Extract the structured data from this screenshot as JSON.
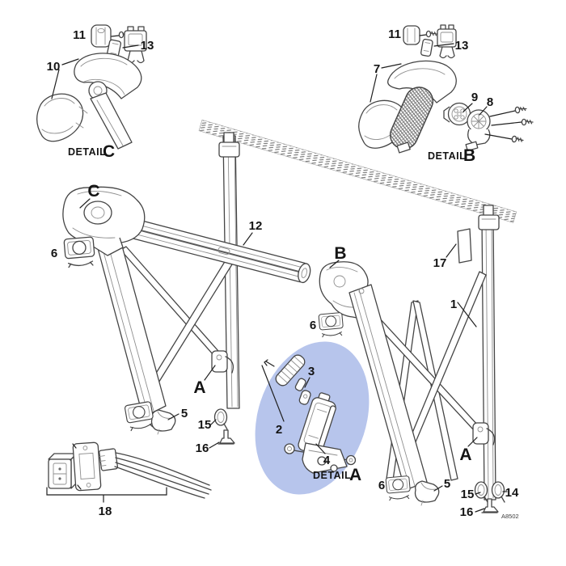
{
  "palette": {
    "highlight": "#b7c5ec",
    "line": "#454545"
  },
  "drawing_code": "A8502",
  "detail_prefix": "DETAIL",
  "letters": {
    "a": "A",
    "b": "B",
    "c": "C"
  },
  "parts": {
    "p1": "1",
    "p2": "2",
    "p3": "3",
    "p4": "4",
    "p5": "5",
    "p6": "6",
    "p7": "7",
    "p8": "8",
    "p9": "9",
    "p10": "10",
    "p11": "11",
    "p12": "12",
    "p13": "13",
    "p14": "14",
    "p15": "15",
    "p16": "16",
    "p17": "17",
    "p18": "18"
  }
}
